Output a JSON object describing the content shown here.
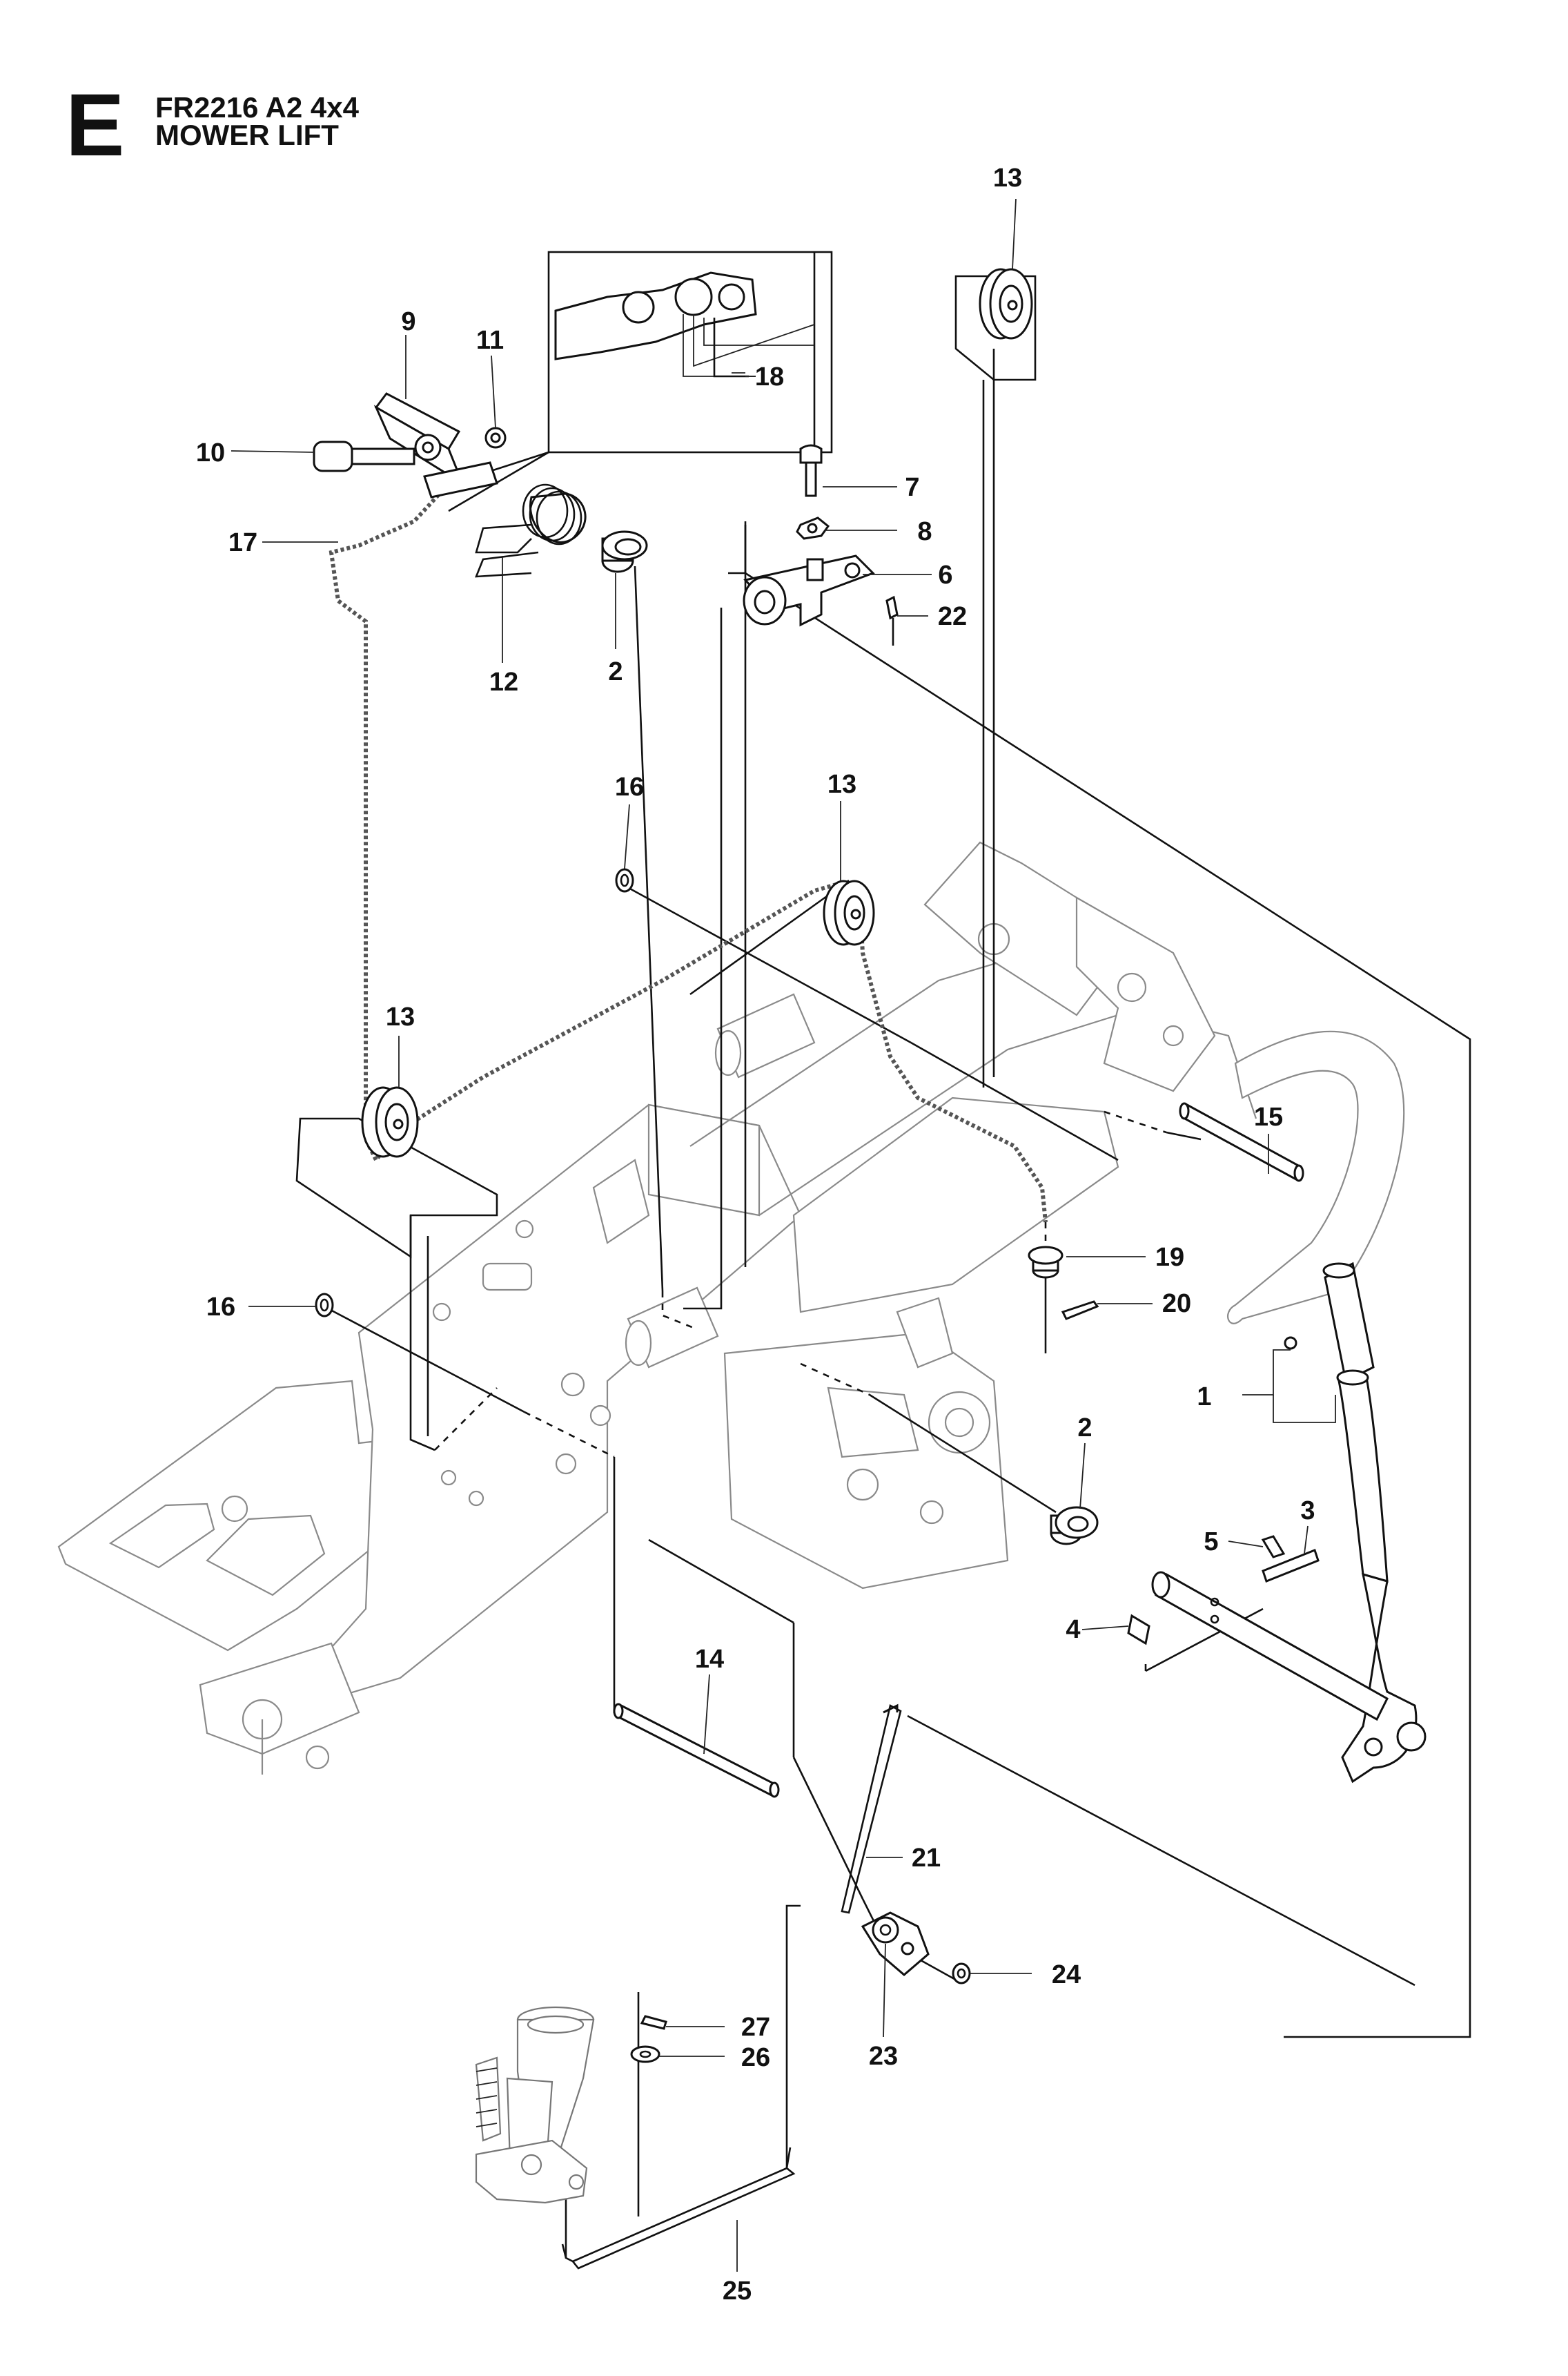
{
  "header": {
    "section_letter": "E",
    "model": "FR2216 A2 4x4",
    "subtitle": "MOWER LIFT"
  },
  "callouts": [
    {
      "id": "c1",
      "label": "1"
    },
    {
      "id": "c2a",
      "label": "2"
    },
    {
      "id": "c2b",
      "label": "2"
    },
    {
      "id": "c3",
      "label": "3"
    },
    {
      "id": "c4",
      "label": "4"
    },
    {
      "id": "c5",
      "label": "5"
    },
    {
      "id": "c6",
      "label": "6"
    },
    {
      "id": "c7",
      "label": "7"
    },
    {
      "id": "c8",
      "label": "8"
    },
    {
      "id": "c9",
      "label": "9"
    },
    {
      "id": "c10",
      "label": "10"
    },
    {
      "id": "c11",
      "label": "11"
    },
    {
      "id": "c12",
      "label": "12"
    },
    {
      "id": "c13a",
      "label": "13"
    },
    {
      "id": "c13b",
      "label": "13"
    },
    {
      "id": "c13c",
      "label": "13"
    },
    {
      "id": "c14",
      "label": "14"
    },
    {
      "id": "c15",
      "label": "15"
    },
    {
      "id": "c16a",
      "label": "16"
    },
    {
      "id": "c16b",
      "label": "16"
    },
    {
      "id": "c17",
      "label": "17"
    },
    {
      "id": "c18",
      "label": "18"
    },
    {
      "id": "c19",
      "label": "19"
    },
    {
      "id": "c20",
      "label": "20"
    },
    {
      "id": "c21",
      "label": "21"
    },
    {
      "id": "c22",
      "label": "22"
    },
    {
      "id": "c23",
      "label": "23"
    },
    {
      "id": "c24",
      "label": "24"
    },
    {
      "id": "c25",
      "label": "25"
    },
    {
      "id": "c26",
      "label": "26"
    },
    {
      "id": "c27",
      "label": "27"
    }
  ]
}
